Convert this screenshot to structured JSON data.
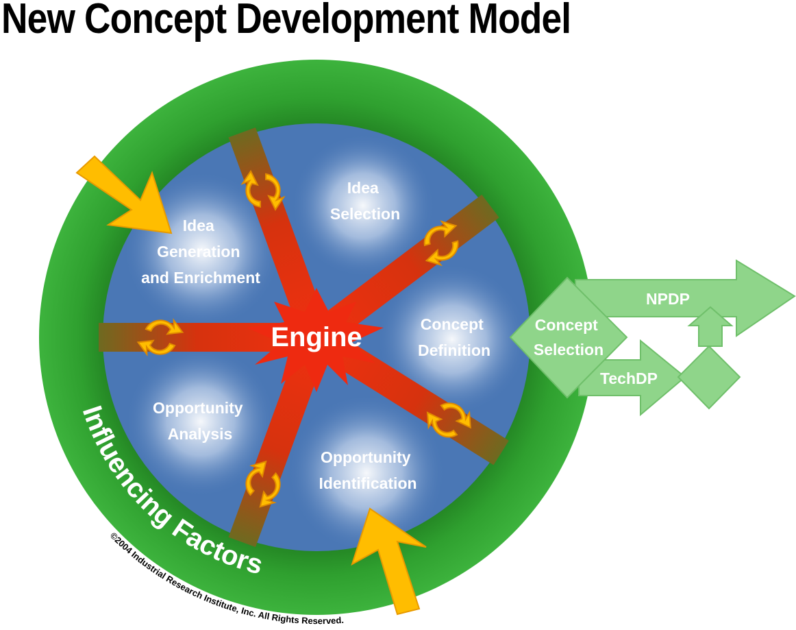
{
  "title": "New Concept Development Model",
  "center_label": "Engine",
  "sectors": [
    {
      "id": "idea-generation",
      "lines": [
        "Idea",
        "Generation",
        "and Enrichment"
      ]
    },
    {
      "id": "idea-selection",
      "lines": [
        "Idea",
        "Selection"
      ]
    },
    {
      "id": "concept-definition",
      "lines": [
        "Concept",
        "Definition"
      ]
    },
    {
      "id": "opportunity-identification",
      "lines": [
        "Opportunity",
        "Identification"
      ]
    },
    {
      "id": "opportunity-analysis",
      "lines": [
        "Opportunity",
        "Analysis"
      ]
    }
  ],
  "outer_ring_label": "Influencing Factors",
  "copyright": "©2004 Industrial Research Institute, Inc. All Rights Reserved.",
  "outputs": {
    "concept_selection": [
      "Concept",
      "Selection"
    ],
    "npdp": "NPDP",
    "techdp": "TechDP"
  },
  "colors": {
    "ring_green": "#2e9a2e",
    "ring_edge": "#3aa83a",
    "disc_blue": "#4a77b5",
    "spoke_brown": "#7a6a22",
    "engine_red": "#ee2a10",
    "arrow_yellow": "#ffbd00",
    "output_green": "#8fd58a"
  }
}
